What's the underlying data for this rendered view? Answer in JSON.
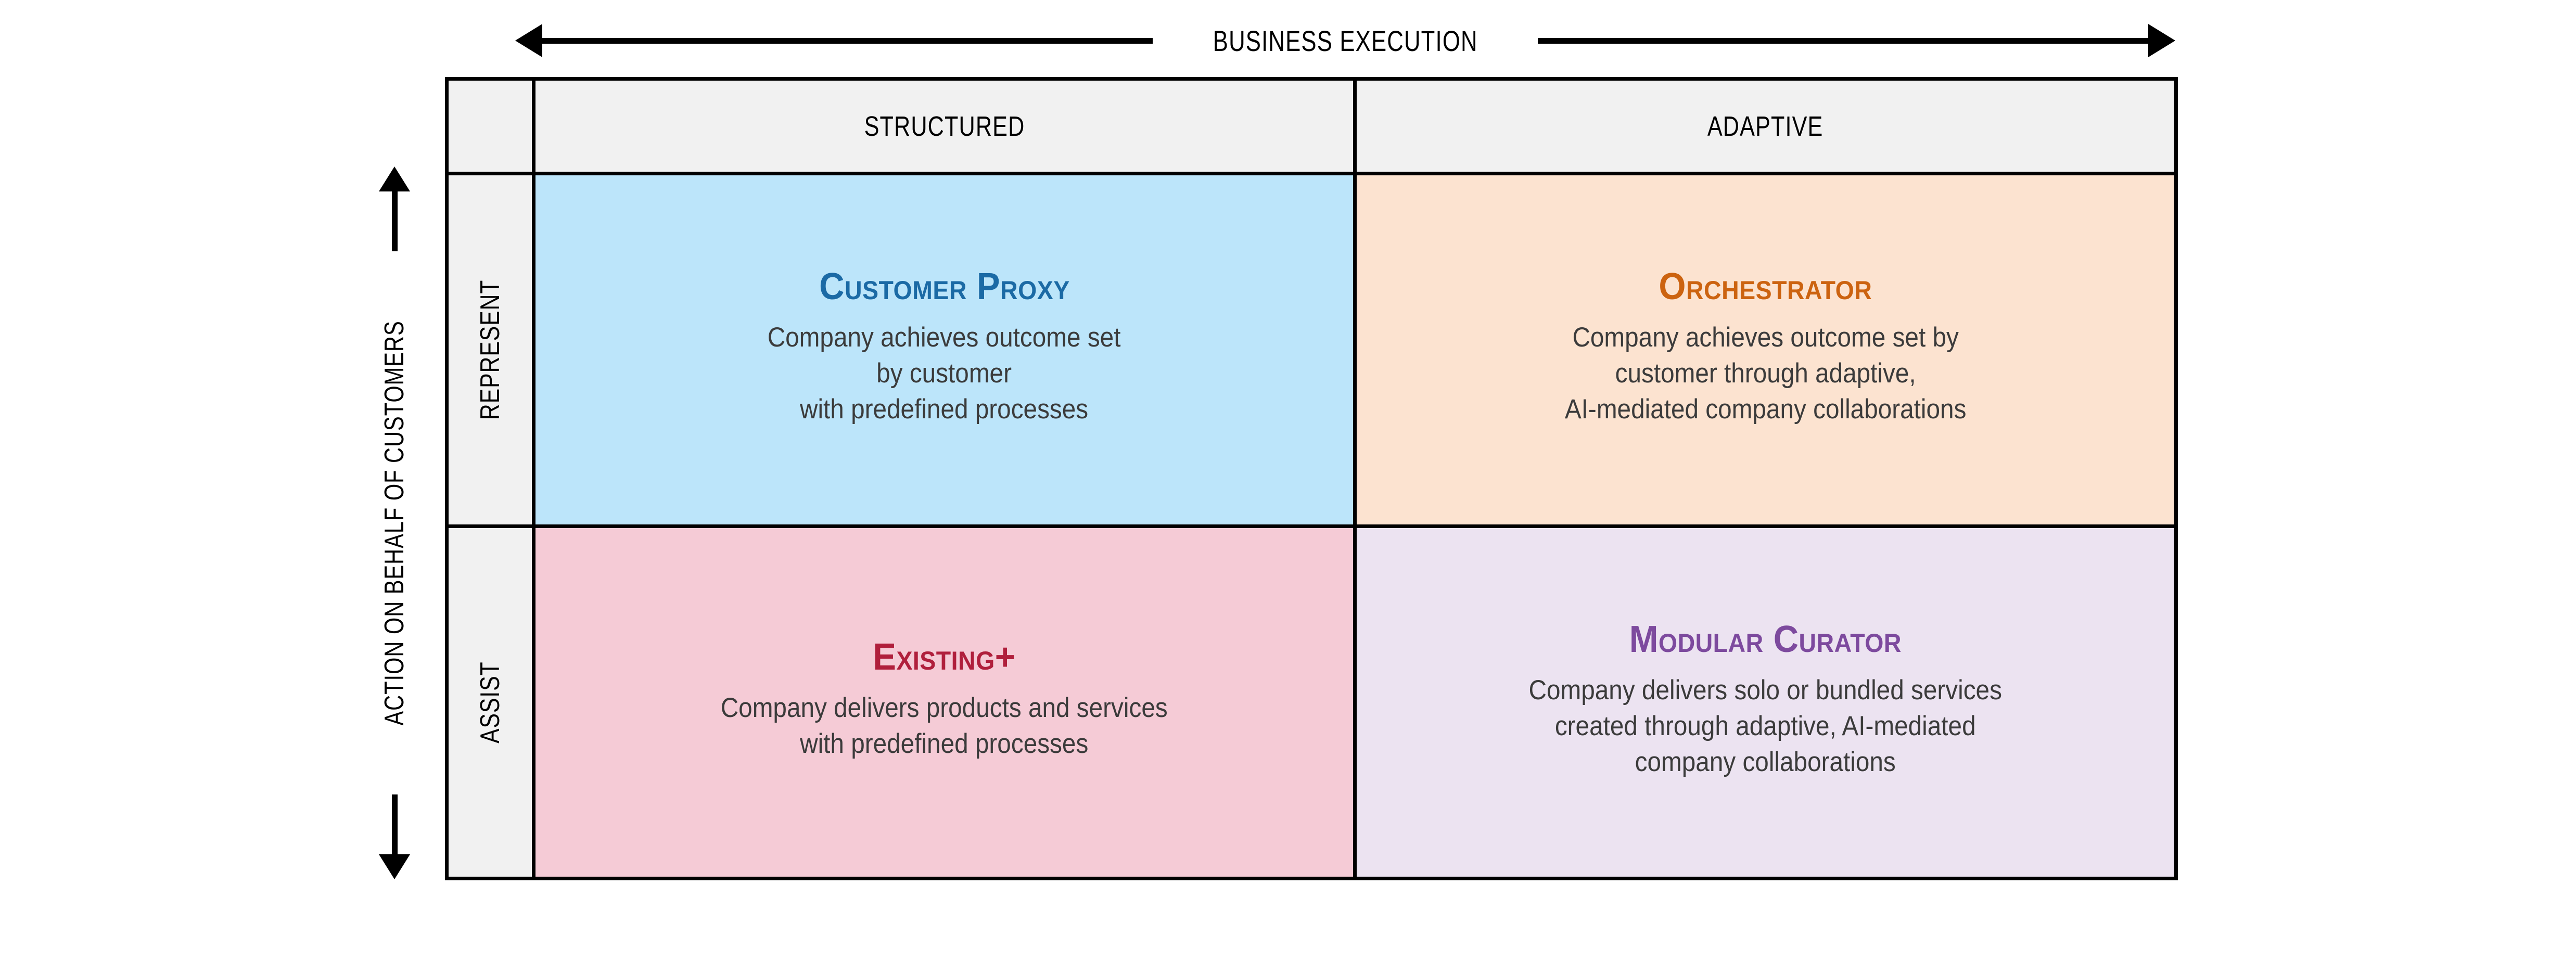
{
  "axes": {
    "horizontal": {
      "label": "BUSINESS EXECUTION",
      "arrow_left": "arrow-left-icon",
      "arrow_right": "arrow-right-icon"
    },
    "vertical": {
      "label": "ACTION ON BEHALF OF CUSTOMERS",
      "arrow_up": "arrow-up-icon",
      "arrow_down": "arrow-down-icon"
    }
  },
  "matrix": {
    "columns": [
      {
        "label": "STRUCTURED"
      },
      {
        "label": "ADAPTIVE"
      }
    ],
    "rows": [
      {
        "label": "REPRESENT"
      },
      {
        "label": "ASSIST"
      }
    ],
    "quadrants": [
      {
        "id": "customer-proxy",
        "title": "Customer Proxy",
        "title_color": "#1b6aa5",
        "background": "#bce5fa",
        "body_lines": [
          "Company achieves outcome set",
          "by customer",
          "with predefined processes"
        ]
      },
      {
        "id": "orchestrator",
        "title": "Orchestrator",
        "title_color": "#cc6310",
        "background": "#fce3d0",
        "body_lines": [
          "Company achieves outcome set by",
          "customer through adaptive,",
          "AI-mediated company collaborations"
        ]
      },
      {
        "id": "existing-plus",
        "title": "Existing+",
        "title_color": "#b01f3c",
        "background": "#f5cbd6",
        "body_lines": [
          "Company delivers products and services",
          "with predefined processes"
        ]
      },
      {
        "id": "modular-curator",
        "title": "Modular Curator",
        "title_color": "#7d4a9e",
        "background": "#ece3f1",
        "body_lines": [
          "Company delivers solo or bundled services",
          "created through adaptive, AI-mediated",
          "company collaborations"
        ]
      }
    ]
  }
}
